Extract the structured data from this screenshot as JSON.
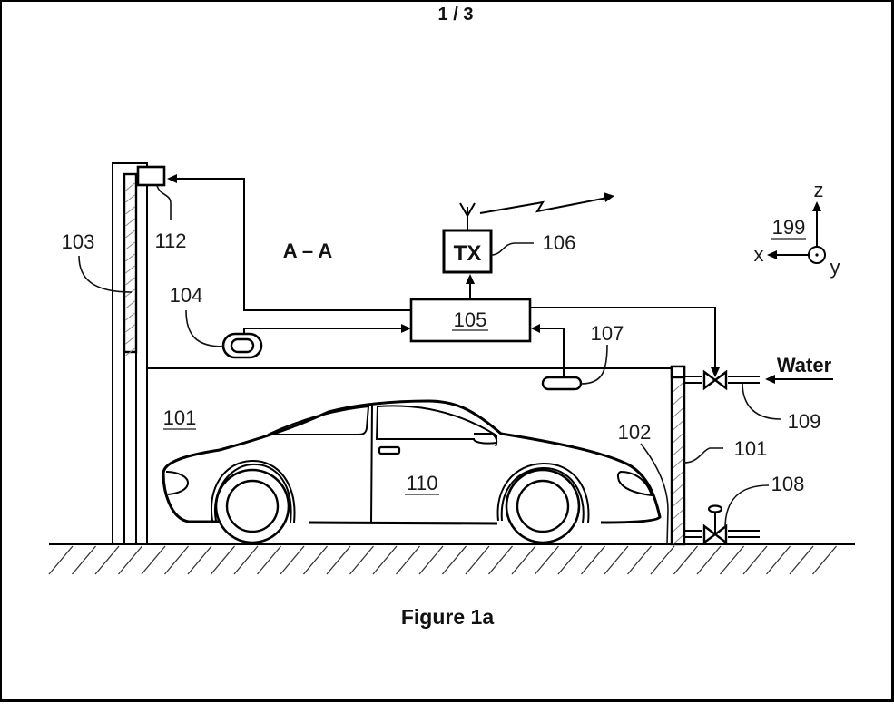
{
  "page": {
    "page_number": "1 / 3",
    "figure_caption": "Figure 1a",
    "section_label": "A – A"
  },
  "diagram": {
    "title": "Figure 1a",
    "view": "A – A",
    "components": [
      {
        "ref": "101",
        "label": "101",
        "description": "wall",
        "underlined": true
      },
      {
        "ref": "101",
        "label": "101",
        "description": "wall (right side leader)",
        "underlined": false
      },
      {
        "ref": "102",
        "label": "102",
        "description": "water curtain / flow"
      },
      {
        "ref": "103",
        "label": "103",
        "description": "pillar / panel"
      },
      {
        "ref": "104",
        "label": "104",
        "description": "sensor"
      },
      {
        "ref": "105",
        "label": "105",
        "description": "controller",
        "underlined": true
      },
      {
        "ref": "106",
        "label": "106",
        "description": "transmitter"
      },
      {
        "ref": "107",
        "label": "107",
        "description": "sensor"
      },
      {
        "ref": "108",
        "label": "108",
        "description": "drain valve"
      },
      {
        "ref": "109",
        "label": "109",
        "description": "water inlet pipe"
      },
      {
        "ref": "110",
        "label": "110",
        "description": "vehicle",
        "underlined": true
      },
      {
        "ref": "112",
        "label": "112",
        "description": "device on pillar"
      },
      {
        "ref": "199",
        "label": "199",
        "description": "coordinate system",
        "underlined": true
      }
    ],
    "tx_label": "TX",
    "water_label": "Water",
    "axes": {
      "x": "x",
      "y": "y",
      "z": "z"
    },
    "connections": [
      {
        "from": "104",
        "to": "105"
      },
      {
        "from": "107",
        "to": "105"
      },
      {
        "from": "105",
        "to": "106"
      },
      {
        "from": "105",
        "to": "112"
      },
      {
        "from": "105",
        "to": "valve-109"
      }
    ]
  }
}
